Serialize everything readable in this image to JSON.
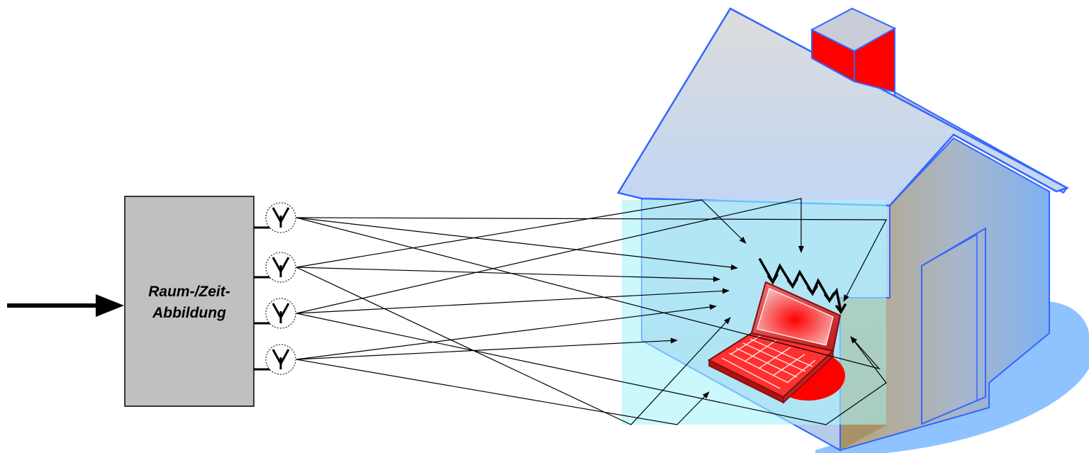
{
  "block": {
    "line1": "Raum-/Zeit-",
    "line2": "Abbildung"
  },
  "colors": {
    "block_fill": "#c0c0c0",
    "house_outline": "#3366ff",
    "house_front": "#bcd0ee",
    "room_overlay": "#a8f4fb",
    "chimney_red": "#ff0000",
    "laptop_red": "#ff1a1a",
    "shadow_blue": "#8fc3ff",
    "signal_lines": "#000000"
  },
  "icons": [
    "input-arrow-icon",
    "antenna-icon",
    "house-icon",
    "laptop-icon"
  ],
  "antenna_count": 4
}
